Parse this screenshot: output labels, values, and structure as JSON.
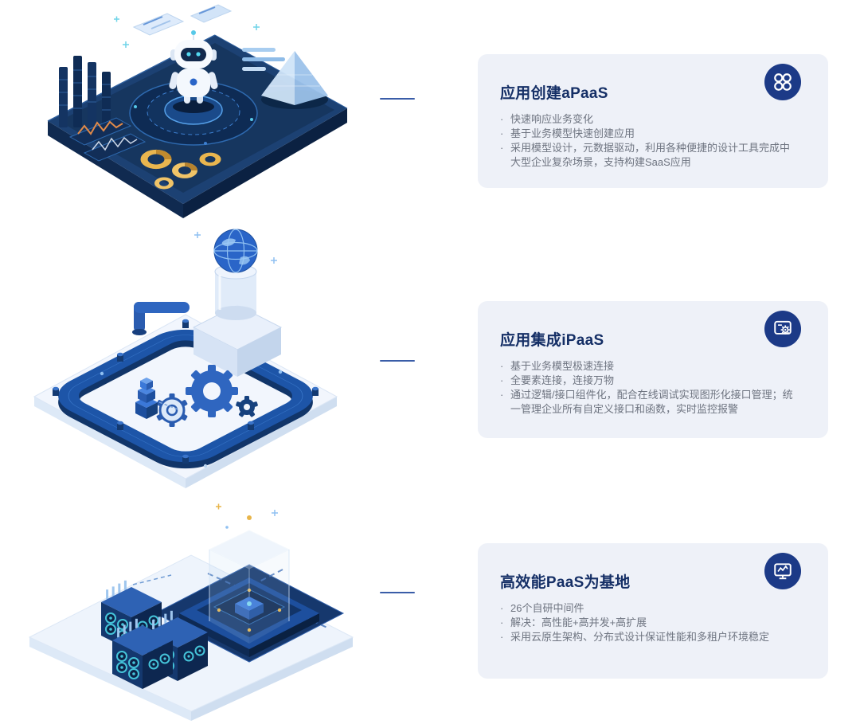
{
  "sections": [
    {
      "title": "应用创建aPaaS",
      "bullets": [
        "快速响应业务变化",
        "基于业务模型快速创建应用",
        "采用模型设计，元数据驱动，利用各种便捷的设计工具完成中大型企业复杂场景，支持构建SaaS应用"
      ],
      "icon": "clover-icon",
      "illustration": "robot-dashboard"
    },
    {
      "title": "应用集成iPaaS",
      "bullets": [
        "基于业务模型极速连接",
        "全要素连接，连接万物",
        "通过逻辑/接口组件化，配合在线调试实现图形化接口管理；统一管理企业所有自定义接口和函数，实时监控报警"
      ],
      "icon": "screen-gear-icon",
      "illustration": "globe-gears-platform"
    },
    {
      "title": "高效能PaaS为基地",
      "bullets": [
        "26个自研中间件",
        "解决：高性能+高并发+高扩展",
        "采用云原生架构、分布式设计保证性能和多租户环境稳定"
      ],
      "icon": "monitor-chart-icon",
      "illustration": "servers-chip-platform"
    }
  ],
  "ui": {
    "bullet_marker": "·"
  },
  "colors": {
    "page_bg": "#ffffff",
    "card_bg": "#eef1f8",
    "title_text": "#152f66",
    "bullet_text": "#6e7480",
    "badge_bg": "#1c3a87",
    "connector": "#3a5da8",
    "illustration_navy": "#16386d",
    "illustration_blue": "#2a65c8",
    "illustration_light_blue": "#9cc2ea",
    "illustration_gold": "#e9b64f",
    "fan_cyan": "#45c4da"
  }
}
